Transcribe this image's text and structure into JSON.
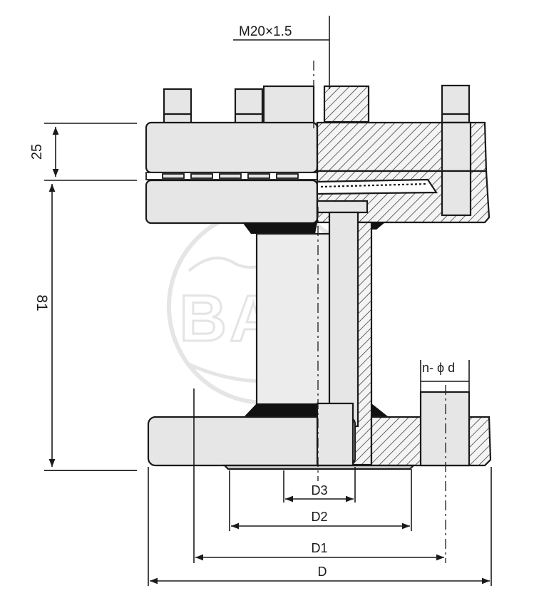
{
  "thread_label": "M20×1.5",
  "dimension_25": "25",
  "dimension_81": "81",
  "bolt_holes_label": "n- ϕ d",
  "dim_D3": "D3",
  "dim_D2": "D2",
  "dim_D1": "D1",
  "dim_D": "D",
  "watermark_text": "BAIC",
  "colors": {
    "outline": "#1a1a1a",
    "part_fill": "#e6e6e6",
    "weld": "#111111",
    "watermark": "#d0d0d0"
  }
}
